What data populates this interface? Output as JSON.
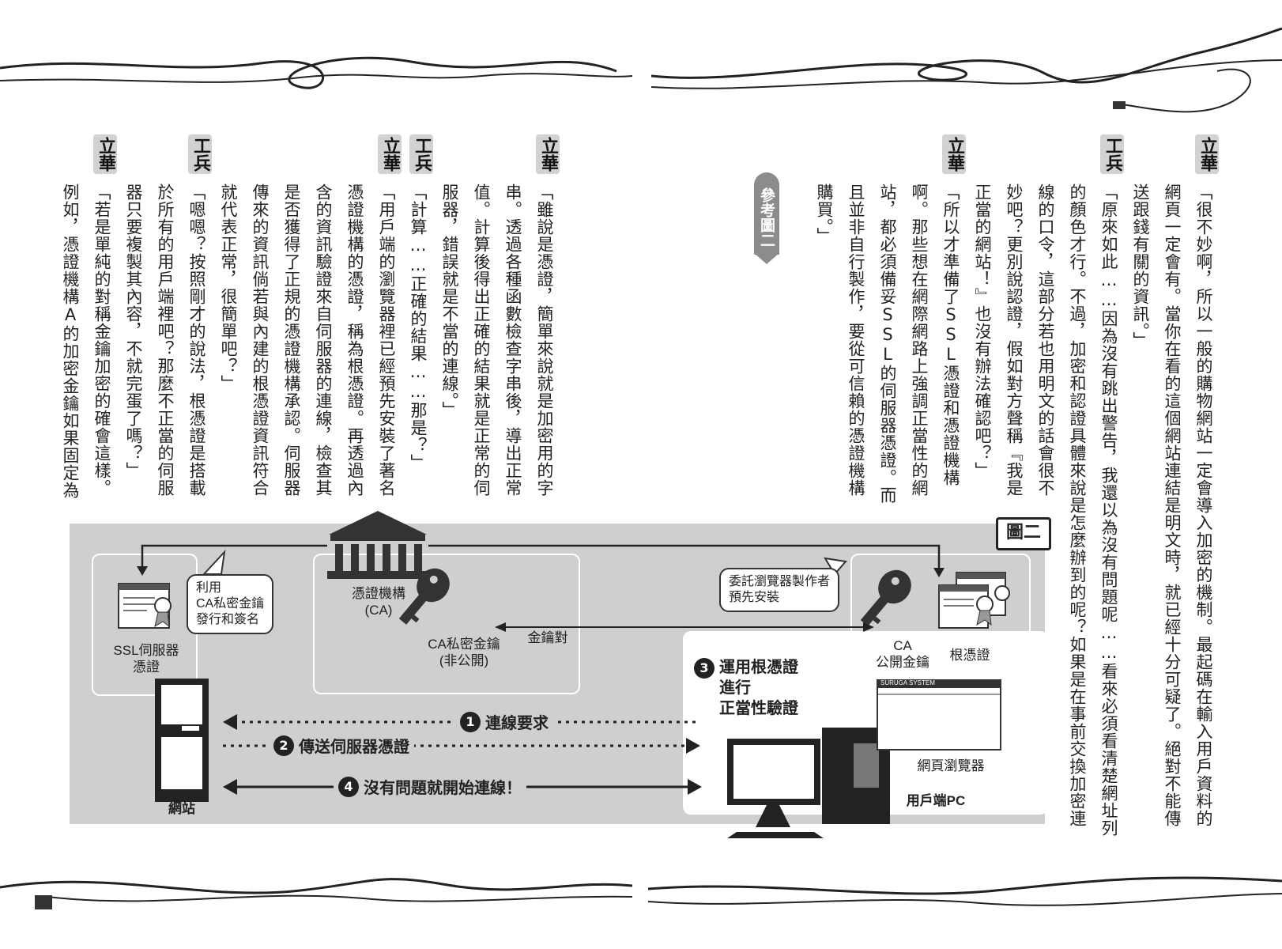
{
  "right_page": {
    "columns": [
      {
        "speaker": "立華",
        "text": "「很不妙啊，所以一般的購物網站一定會導入加密的機制。最起碼在輸入用戶資料的"
      },
      {
        "speaker": "",
        "text": "網頁一定會有。當你在看的這個網站連結是明文時，就已經十分可疑了。絕對不能傳"
      },
      {
        "speaker": "",
        "text": "送跟錢有關的資訊。」"
      },
      {
        "speaker": "工兵",
        "text": "「原來如此……因為沒有跳出警告，我還以為沒有問題呢……看來必須看清楚網址列"
      },
      {
        "speaker": "",
        "text": "的顏色才行。不過，加密和認證具體來說是怎麼辦到的呢？如果是在事前交換加密連"
      },
      {
        "speaker": "",
        "text": "線的口令，這部分若也用明文的話會很不"
      },
      {
        "speaker": "",
        "text": "妙吧？更別說認證，假如對方聲稱『我是"
      },
      {
        "speaker": "",
        "text": "正當的網站！』也沒有辦法確認吧？」"
      },
      {
        "speaker": "立華",
        "text": "「所以才準備了SSL憑證和憑證機構"
      },
      {
        "speaker": "",
        "text": "啊。那些想在網際網路上強調正當性的網"
      },
      {
        "speaker": "",
        "text": "站，都必須備妥SSL的伺服器憑證。而"
      },
      {
        "speaker": "",
        "text": "且並非自行製作，要從可信賴的憑證機構"
      },
      {
        "speaker": "",
        "text": "購買。」"
      }
    ],
    "ref_badge": "參考圖二"
  },
  "left_page": {
    "columns": [
      {
        "speaker": "立華",
        "text": "「雖說是憑證，簡單來說就是加密用的字"
      },
      {
        "speaker": "",
        "text": "串。透過各種函數檢查字串後，導出正常"
      },
      {
        "speaker": "",
        "text": "值。計算後得出正確的結果就是正常的伺"
      },
      {
        "speaker": "",
        "text": "服器，錯誤就是不當的連線。」"
      },
      {
        "speaker": "工兵",
        "text": "「計算……正確的結果……那是？」"
      },
      {
        "speaker": "立華",
        "text": "「用戶端的瀏覽器裡已經預先安裝了著名"
      },
      {
        "speaker": "",
        "text": "憑證機構的憑證，稱為根憑證。再透過內"
      },
      {
        "speaker": "",
        "text": "含的資訊驗證來自伺服器的連線，檢查其"
      },
      {
        "speaker": "",
        "text": "是否獲得了正規的憑證機構承認。伺服器"
      },
      {
        "speaker": "",
        "text": "傳來的資訊倘若與內建的根憑證資訊符合"
      },
      {
        "speaker": "",
        "text": "就代表正常，很簡單吧？」"
      },
      {
        "speaker": "工兵",
        "text": "「嗯嗯？按照剛才的說法，根憑證是搭載"
      },
      {
        "speaker": "",
        "text": "於所有的用戶端裡吧？那麼不正當的伺服"
      },
      {
        "speaker": "",
        "text": "器只要複製其內容，不就完蛋了嗎？」"
      },
      {
        "speaker": "立華",
        "text": "「若是單純的對稱金鑰加密的確會這樣。"
      },
      {
        "speaker": "",
        "text": "例如，憑證機構A的加密金鑰如果固定為"
      }
    ]
  },
  "diagram": {
    "figure_label": "圖二",
    "ca_label": "憑證機構\n(CA)",
    "private_key_label": "CA私密金鑰\n(非公開)",
    "key_pair_label": "金鑰對",
    "public_key_label": "CA\n公開金鑰",
    "root_cert_label": "根憑證",
    "ssl_cert_label": "SSL伺服器\n憑證",
    "website_label": "網站",
    "bubble_left": "利用\nCA私密金鑰\n發行和簽名",
    "bubble_right": "委託瀏覽器製作者\n預先安裝",
    "browser_label": "網頁瀏覽器",
    "browser_title": "SURUGA SYSTEM",
    "client_label": "用戶端PC",
    "steps": [
      {
        "num": "1",
        "text": "連線要求"
      },
      {
        "num": "2",
        "text": "傳送伺服器憑證"
      },
      {
        "num": "3",
        "text": "運用根憑證\n進行\n正當性驗證"
      },
      {
        "num": "4",
        "text": "沒有問題就開始連線！"
      }
    ]
  }
}
